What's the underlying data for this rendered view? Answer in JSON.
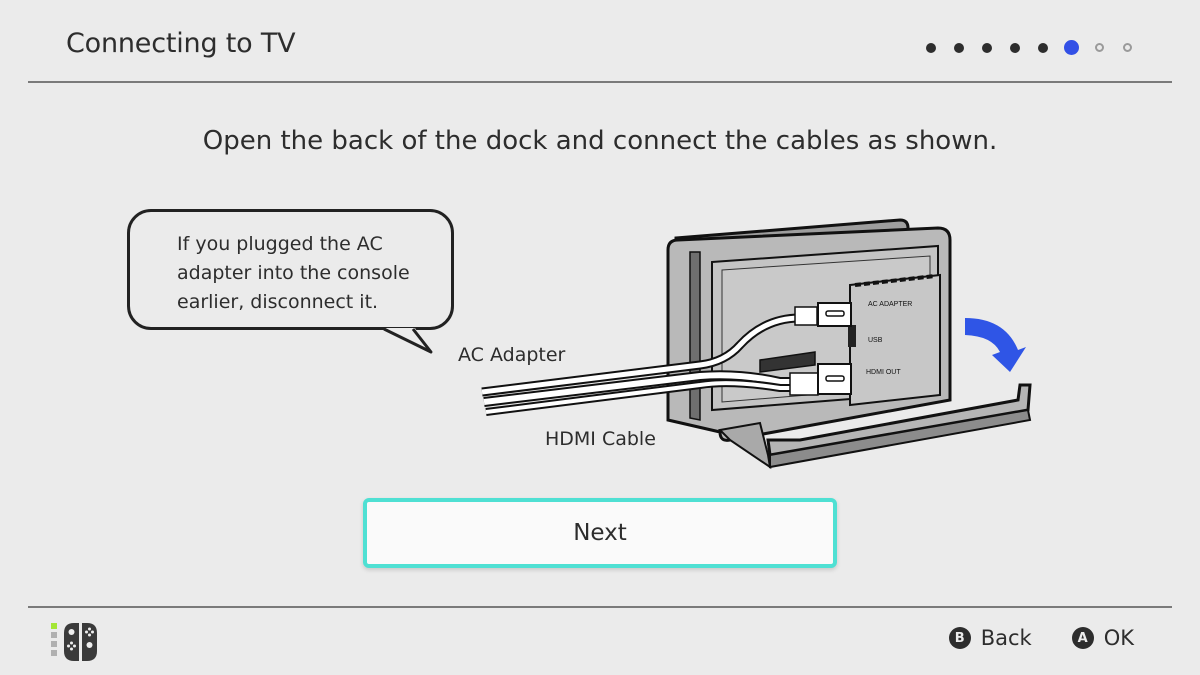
{
  "header": {
    "title": "Connecting to TV",
    "progress": {
      "total_steps": 8,
      "current_step": 6,
      "completed_color": "#2d2d2d",
      "active_color": "#3250e6",
      "pending_color": "#9a9a9a"
    }
  },
  "main": {
    "instruction": "Open the back of the dock and connect the cables as shown.",
    "bubble_text": "If you plugged the AC adapter into the console earlier, disconnect it.",
    "illustration": {
      "cable_labels": {
        "ac_adapter": "AC Adapter",
        "hdmi": "HDMI Cable"
      },
      "port_labels": {
        "ac_adapter": "AC ADAPTER",
        "usb": "USB",
        "hdmi_out": "HDMI OUT"
      },
      "arrow_color": "#2f55e6"
    },
    "next_button": {
      "label": "Next",
      "focus_color": "#4fe0d3"
    }
  },
  "footer": {
    "controller_icon": "joycon-pair-icon",
    "player_indicator_color": "#a4e635",
    "actions": [
      {
        "button": "B",
        "label": "Back"
      },
      {
        "button": "A",
        "label": "OK"
      }
    ]
  }
}
